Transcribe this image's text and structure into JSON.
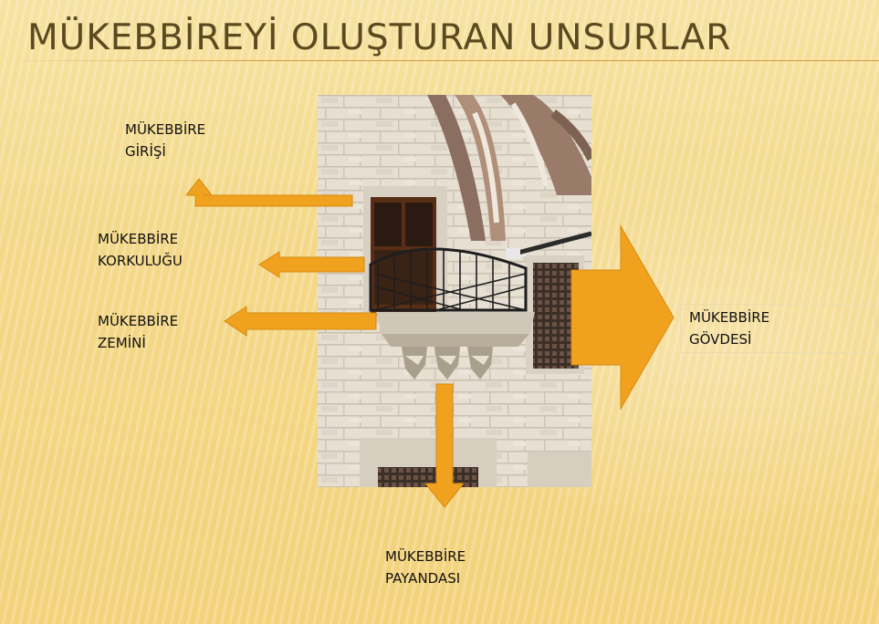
{
  "title": "MÜKEBBİREYİ OLUŞTURAN UNSURLAR",
  "labels": {
    "girisi": [
      "MÜKEBBİRE",
      "GİRİŞİ"
    ],
    "korkulugu": [
      "MÜKEBBİRE",
      "KORKULUĞU"
    ],
    "zemini": [
      "MÜKEBBİRE",
      "ZEMİNİ"
    ],
    "govdesi": [
      "MÜKEBBİRE",
      "GÖVDESİ"
    ],
    "payandasi": [
      "MÜKEBBİRE",
      "PAYANDASI"
    ]
  },
  "colors": {
    "arrow": "#f0a21e",
    "arrow_edge": "#d68a10",
    "title": "#5b4a1f",
    "label": "#111111"
  },
  "photo": {
    "subject": "balcony-photo"
  }
}
